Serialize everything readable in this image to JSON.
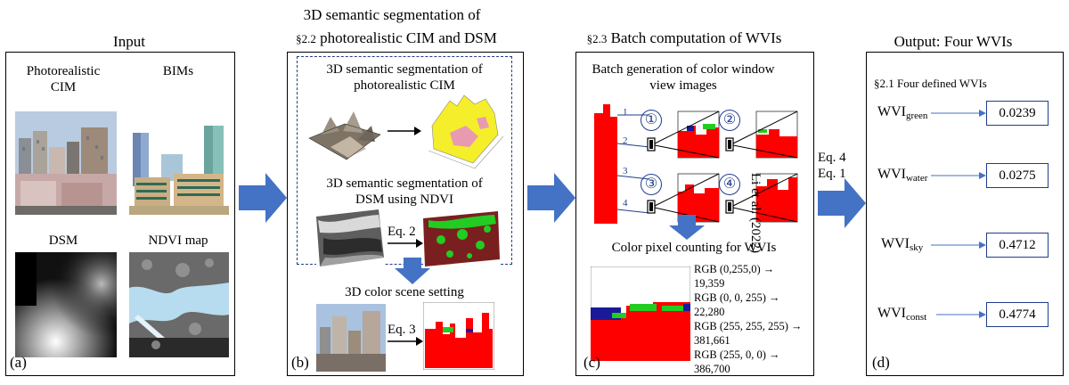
{
  "headers": {
    "input": "Input",
    "seg_line1": "3D semantic segmentation of",
    "seg_sec": "§2.2",
    "seg_line2": "photorealistic CIM and DSM",
    "batch_sec": "§2.3",
    "batch": "Batch computation of WVIs",
    "output": "Output: Four WVIs"
  },
  "panel_a": {
    "label_cim_1": "Photorealistic",
    "label_cim_2": "CIM",
    "label_bims": "BIMs",
    "label_dsm": "DSM",
    "label_ndvi": "NDVI map",
    "tag": "(a)"
  },
  "panel_b": {
    "seg_cim_1": "3D semantic segmentation of",
    "seg_cim_2": "photorealistic CIM",
    "seg_dsm_1": "3D semantic segmentation of",
    "seg_dsm_2": "DSM using NDVI",
    "eq2": "Eq. 2",
    "scene": "3D color scene setting",
    "eq3": "Eq. 3",
    "tag": "(b)"
  },
  "panel_c": {
    "batch_1": "Batch generation of color window",
    "batch_2": "view images",
    "counting": "Color pixel counting  for WVIs",
    "side_ref": "Li et al. (2022)",
    "views": [
      "1",
      "2",
      "3",
      "4"
    ],
    "circled": [
      "①",
      "②",
      "③",
      "④"
    ],
    "rgb": [
      {
        "label": "RGB (0,255,0) →",
        "count": "19,359"
      },
      {
        "label": "RGB (0, 0, 255) →",
        "count": "22,280"
      },
      {
        "label": "RGB (255, 255, 255) →",
        "count": "381,661"
      },
      {
        "label": "RGB (255, 0, 0) →",
        "count": "386,700"
      }
    ],
    "tag": "(c)"
  },
  "between_cd": {
    "eq4": "Eq. 4",
    "eq1": "Eq. 1"
  },
  "panel_d": {
    "title": "§2.1 Four defined WVIs",
    "wvis": [
      {
        "base": "WVI",
        "sub": "green",
        "value": "0.0239"
      },
      {
        "base": "WVI",
        "sub": "water",
        "value": "0.0275"
      },
      {
        "base": "WVI",
        "sub": "sky",
        "value": "0.4712"
      },
      {
        "base": "WVI",
        "sub": "const",
        "value": "0.4774"
      }
    ],
    "tag": "(d)"
  },
  "colors": {
    "arrow": "#4472c4",
    "red": "#ff0000",
    "green": "#22cc22",
    "blue": "#1a1a99",
    "maroon": "#7a1f1f",
    "yellow": "#f5ee2a",
    "pink": "#e89ab0",
    "dash": "#1f3d8c"
  }
}
